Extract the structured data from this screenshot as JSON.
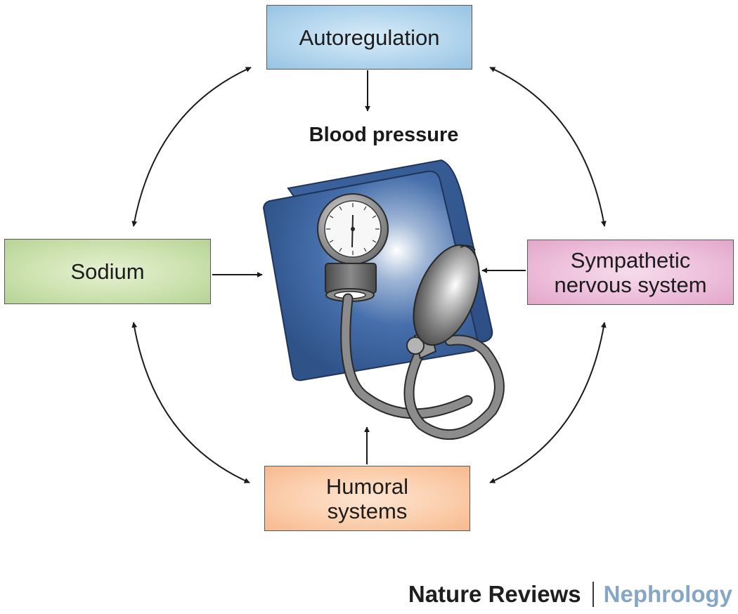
{
  "nodes": {
    "autoregulation": {
      "lines": [
        "Autoregulation"
      ]
    },
    "sodium": {
      "lines": [
        "Sodium"
      ]
    },
    "sympathetic": {
      "lines": [
        "Sympathetic",
        "nervous system"
      ]
    },
    "humoral": {
      "lines": [
        "Humoral",
        "systems"
      ]
    }
  },
  "center": {
    "label": "Blood pressure"
  },
  "credit": {
    "journal": "Nature Reviews",
    "specialty": "Nephrology"
  },
  "colors": {
    "autoregulation": "#b4d6ee",
    "sodium": "#cde2b0",
    "sympathetic": "#edbfdb",
    "humoral": "#fbcfad",
    "cuff": "#3f68a3",
    "credit_accent": "#86a6c8"
  },
  "icons": {
    "center_illustration": "sphygmomanometer-icon"
  }
}
